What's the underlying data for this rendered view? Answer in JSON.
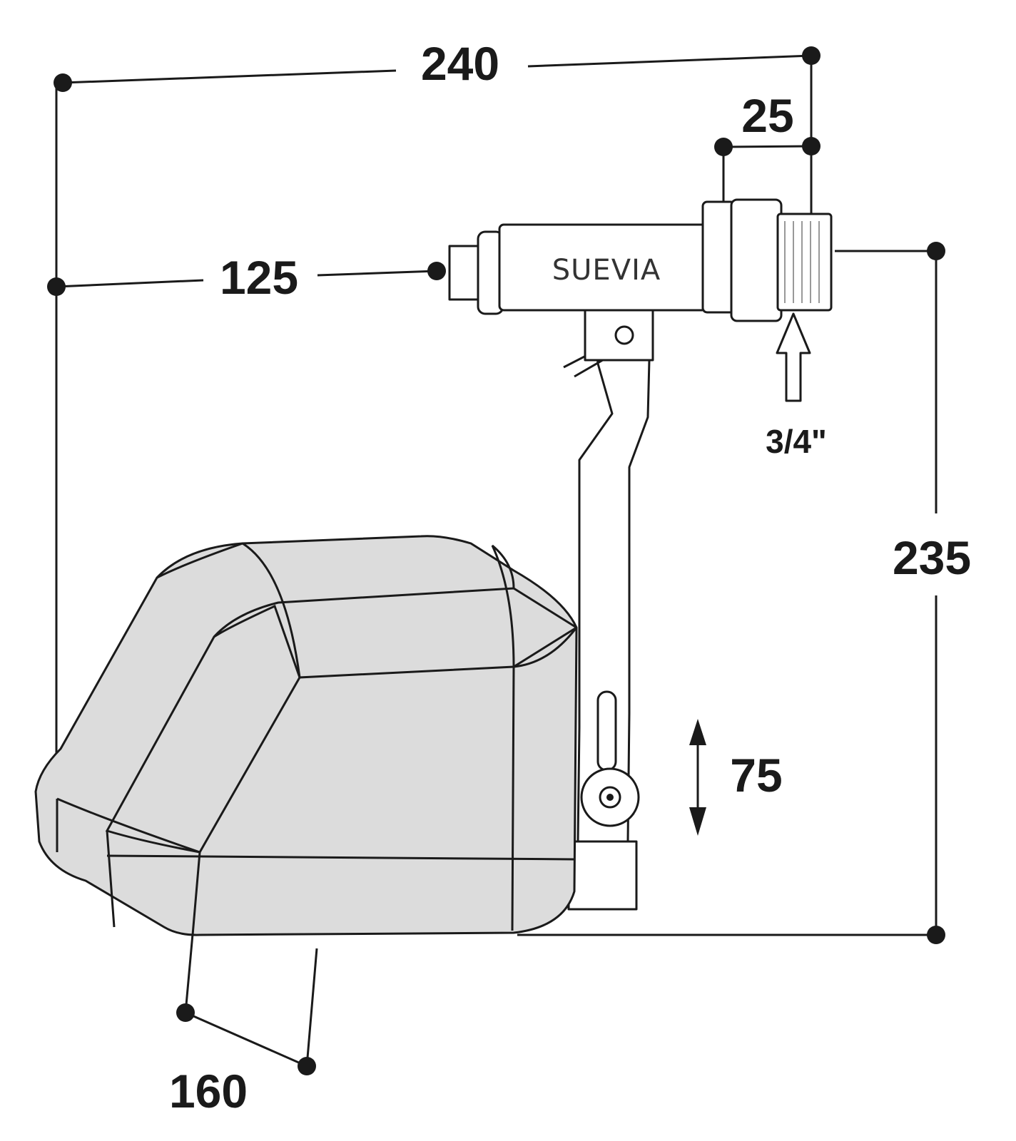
{
  "diagram": {
    "brand": "SUEVIA",
    "dimensions": {
      "total_width": "240",
      "thread_length": "25",
      "valve_offset": "125",
      "thread_size": "3/4\"",
      "total_height": "235",
      "float_adjust": "75",
      "float_width": "160"
    },
    "colors": {
      "line": "#1a1a1a",
      "float_fill": "#dcdcdc"
    }
  }
}
